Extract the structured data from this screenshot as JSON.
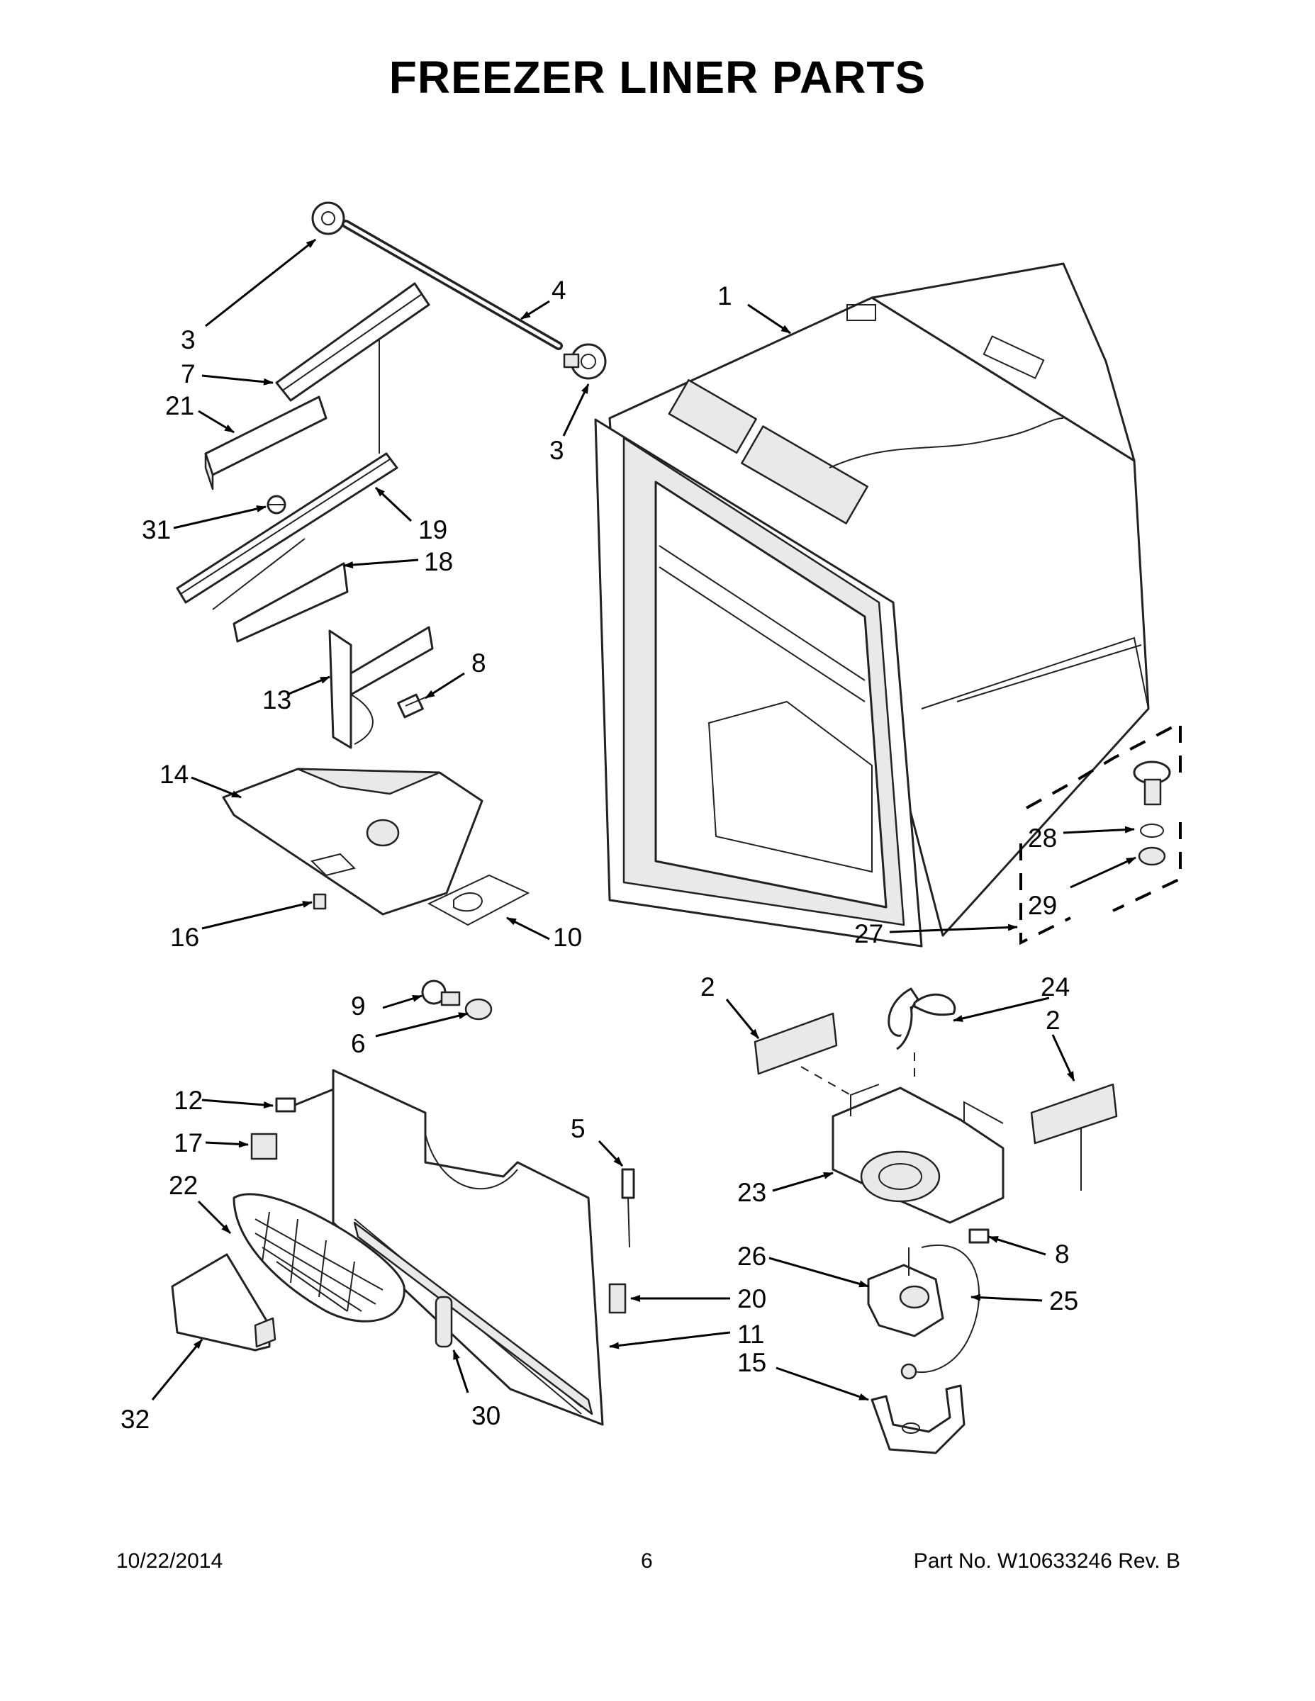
{
  "title": "FREEZER LINER PARTS",
  "callouts": [
    {
      "id": "1",
      "label": "1"
    },
    {
      "id": "2a",
      "label": "2"
    },
    {
      "id": "2b",
      "label": "2"
    },
    {
      "id": "3a",
      "label": "3"
    },
    {
      "id": "3b",
      "label": "3"
    },
    {
      "id": "4",
      "label": "4"
    },
    {
      "id": "5",
      "label": "5"
    },
    {
      "id": "6",
      "label": "6"
    },
    {
      "id": "7",
      "label": "7"
    },
    {
      "id": "8a",
      "label": "8"
    },
    {
      "id": "8b",
      "label": "8"
    },
    {
      "id": "9",
      "label": "9"
    },
    {
      "id": "10",
      "label": "10"
    },
    {
      "id": "11",
      "label": "11"
    },
    {
      "id": "12",
      "label": "12"
    },
    {
      "id": "13",
      "label": "13"
    },
    {
      "id": "14",
      "label": "14"
    },
    {
      "id": "15",
      "label": "15"
    },
    {
      "id": "16",
      "label": "16"
    },
    {
      "id": "17",
      "label": "17"
    },
    {
      "id": "18",
      "label": "18"
    },
    {
      "id": "19",
      "label": "19"
    },
    {
      "id": "20",
      "label": "20"
    },
    {
      "id": "21",
      "label": "21"
    },
    {
      "id": "22",
      "label": "22"
    },
    {
      "id": "23",
      "label": "23"
    },
    {
      "id": "24",
      "label": "24"
    },
    {
      "id": "25",
      "label": "25"
    },
    {
      "id": "26",
      "label": "26"
    },
    {
      "id": "27",
      "label": "27"
    },
    {
      "id": "28",
      "label": "28"
    },
    {
      "id": "29",
      "label": "29"
    },
    {
      "id": "30",
      "label": "30"
    },
    {
      "id": "31",
      "label": "31"
    },
    {
      "id": "32",
      "label": "32"
    }
  ],
  "footer": {
    "date": "10/22/2014",
    "page": "6",
    "part_no": "Part No.  W10633246  Rev.  B"
  }
}
